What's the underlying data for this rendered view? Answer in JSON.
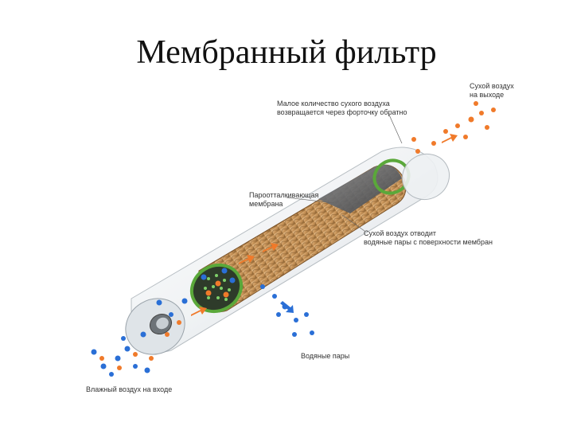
{
  "title": "Мембранный фильтр",
  "labels": {
    "dry_out": [
      "Сухой воздух",
      "на выходе"
    ],
    "return": [
      "Малое количество сухого воздуха",
      "возвращается через форточку обратно"
    ],
    "membrane": [
      "Пароотталкивающая",
      "мембрана"
    ],
    "dry_removes": [
      "Сухой воздух отводит",
      "водяные пары с поверхности мембран"
    ],
    "vapor": [
      "Водяные пары"
    ],
    "wet_in": [
      "Влажный воздух на входе"
    ]
  },
  "colors": {
    "wet_particle": "#2a6fd6",
    "dry_particle": "#f07a2a",
    "membrane": "#c9955a",
    "seal": "#5aa83a",
    "tube": "#e8ecef"
  }
}
